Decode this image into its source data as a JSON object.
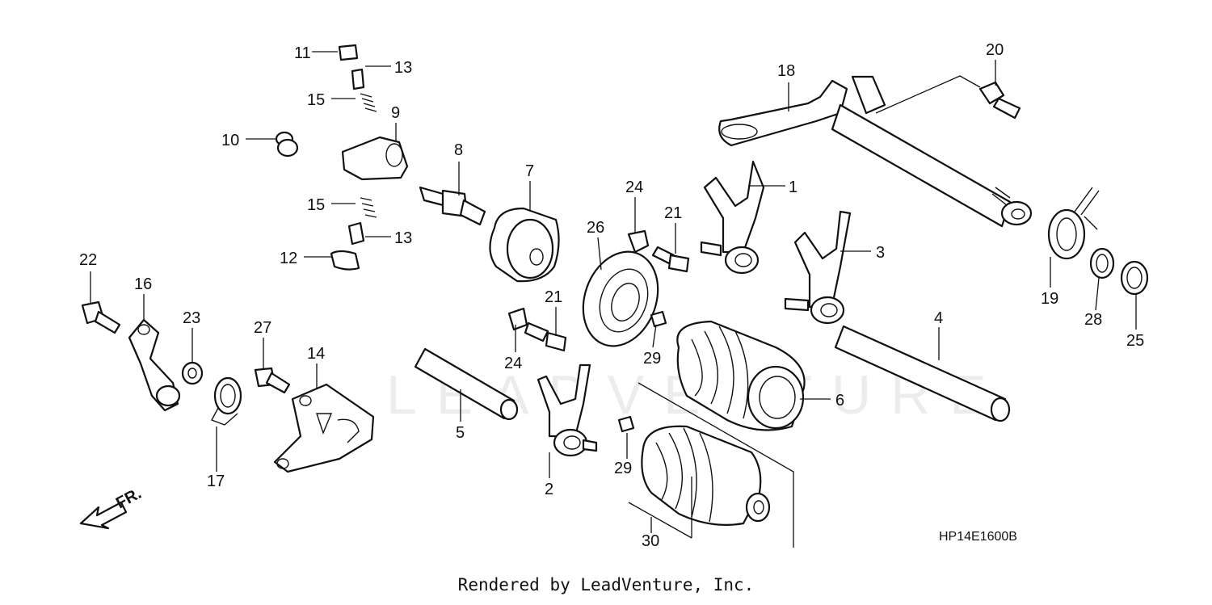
{
  "diagram": {
    "watermark": "LEADVENTURE",
    "callouts": [
      {
        "id": "p1",
        "text": "1"
      },
      {
        "id": "p2",
        "text": "2"
      },
      {
        "id": "p3",
        "text": "3"
      },
      {
        "id": "p4",
        "text": "4"
      },
      {
        "id": "p5",
        "text": "5"
      },
      {
        "id": "p6",
        "text": "6"
      },
      {
        "id": "p7",
        "text": "7"
      },
      {
        "id": "p8",
        "text": "8"
      },
      {
        "id": "p9",
        "text": "9"
      },
      {
        "id": "p10",
        "text": "10"
      },
      {
        "id": "p11",
        "text": "11"
      },
      {
        "id": "p12",
        "text": "12"
      },
      {
        "id": "p13a",
        "text": "13"
      },
      {
        "id": "p13b",
        "text": "13"
      },
      {
        "id": "p14",
        "text": "14"
      },
      {
        "id": "p15a",
        "text": "15"
      },
      {
        "id": "p15b",
        "text": "15"
      },
      {
        "id": "p16",
        "text": "16"
      },
      {
        "id": "p17",
        "text": "17"
      },
      {
        "id": "p18",
        "text": "18"
      },
      {
        "id": "p19",
        "text": "19"
      },
      {
        "id": "p20",
        "text": "20"
      },
      {
        "id": "p21a",
        "text": "21"
      },
      {
        "id": "p21b",
        "text": "21"
      },
      {
        "id": "p22",
        "text": "22"
      },
      {
        "id": "p23",
        "text": "23"
      },
      {
        "id": "p24a",
        "text": "24"
      },
      {
        "id": "p24b",
        "text": "24"
      },
      {
        "id": "p25",
        "text": "25"
      },
      {
        "id": "p26",
        "text": "26"
      },
      {
        "id": "p27",
        "text": "27"
      },
      {
        "id": "p28",
        "text": "28"
      },
      {
        "id": "p29a",
        "text": "29"
      },
      {
        "id": "p29b",
        "text": "29"
      },
      {
        "id": "p30",
        "text": "30"
      }
    ],
    "front_marker": "FR.",
    "diagram_code": "HP14E1600B"
  },
  "footer": {
    "credit": "Rendered by LeadVenture, Inc."
  }
}
